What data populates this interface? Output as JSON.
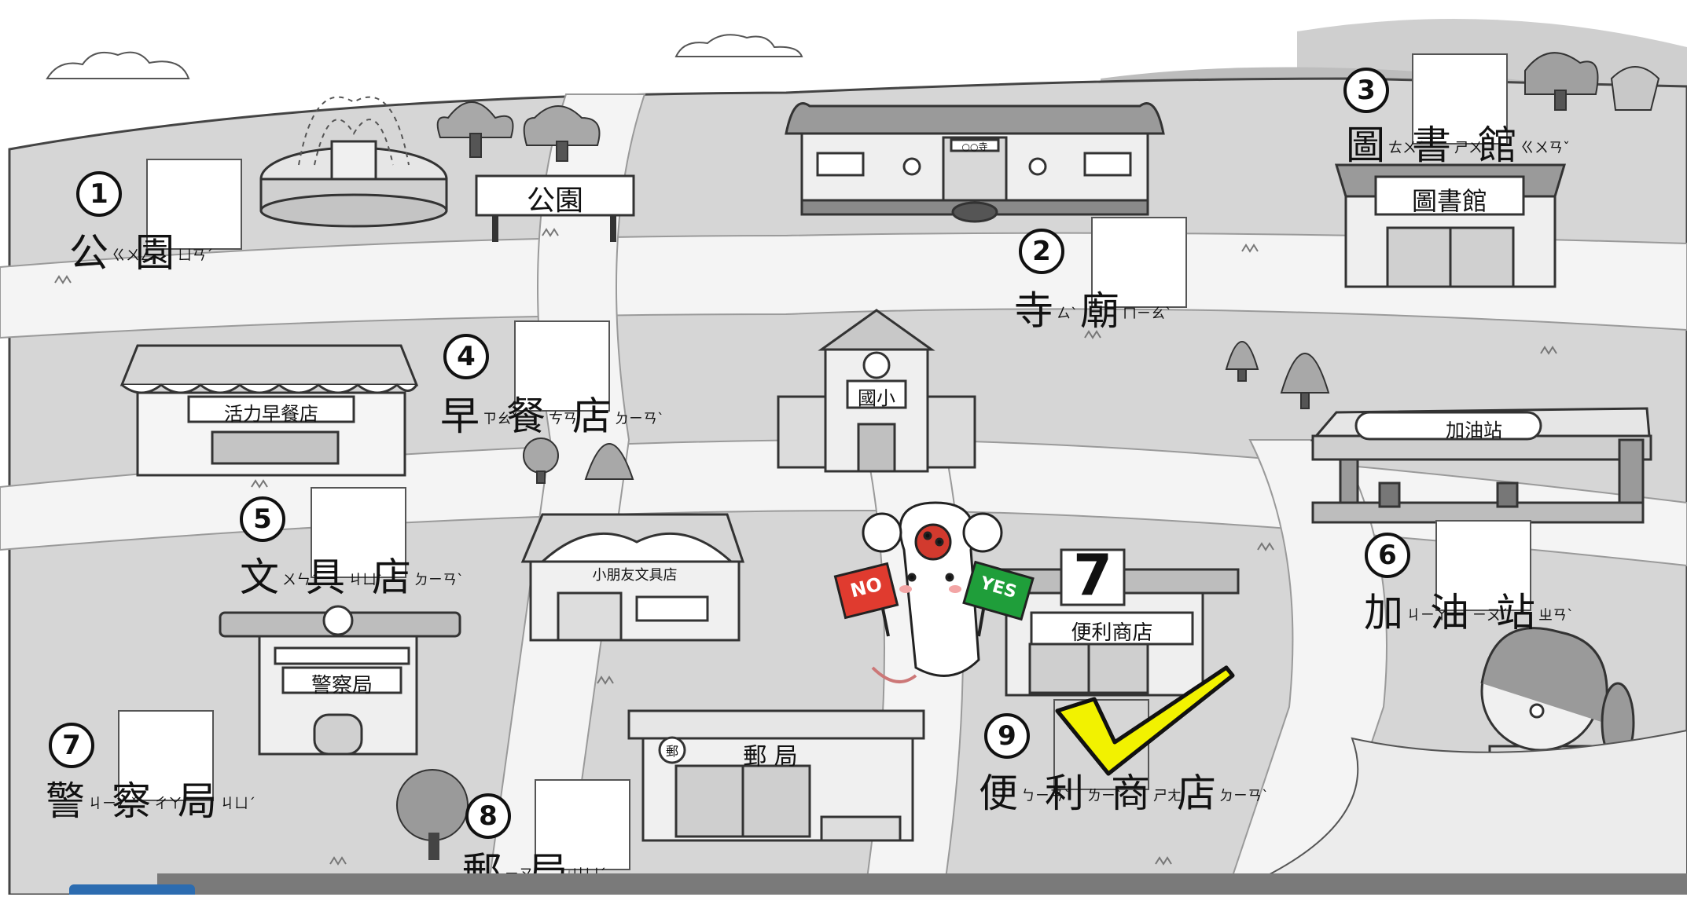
{
  "locations": [
    {
      "no": "1",
      "chars": [
        {
          "c": "公",
          "z": "ㄍㄨㄥ"
        },
        {
          "c": "園",
          "z": "ㄩㄢˊ"
        }
      ]
    },
    {
      "no": "2",
      "chars": [
        {
          "c": "寺",
          "z": "ㄙˋ"
        },
        {
          "c": "廟",
          "z": "ㄇㄧㄠˋ"
        }
      ]
    },
    {
      "no": "3",
      "chars": [
        {
          "c": "圖",
          "z": "ㄊㄨˊ"
        },
        {
          "c": "書",
          "z": "ㄕㄨ"
        },
        {
          "c": "館",
          "z": "ㄍㄨㄢˇ"
        }
      ]
    },
    {
      "no": "4",
      "chars": [
        {
          "c": "早",
          "z": "ㄗㄠˇ"
        },
        {
          "c": "餐",
          "z": "ㄘㄢ"
        },
        {
          "c": "店",
          "z": "ㄉㄧㄢˋ"
        }
      ]
    },
    {
      "no": "5",
      "chars": [
        {
          "c": "文",
          "z": "ㄨㄣˊ"
        },
        {
          "c": "具",
          "z": "ㄐㄩˋ"
        },
        {
          "c": "店",
          "z": "ㄉㄧㄢˋ"
        }
      ]
    },
    {
      "no": "6",
      "chars": [
        {
          "c": "加",
          "z": "ㄐㄧㄚ"
        },
        {
          "c": "油",
          "z": "ㄧㄡˊ"
        },
        {
          "c": "站",
          "z": "ㄓㄢˋ"
        }
      ]
    },
    {
      "no": "7",
      "chars": [
        {
          "c": "警",
          "z": "ㄐㄧㄥˇ"
        },
        {
          "c": "察",
          "z": "ㄔㄚˊ"
        },
        {
          "c": "局",
          "z": "ㄐㄩˊ"
        }
      ]
    },
    {
      "no": "8",
      "chars": [
        {
          "c": "郵",
          "z": "ㄧㄡˊ"
        },
        {
          "c": "局",
          "z": "ㄐㄩˊ"
        }
      ]
    },
    {
      "no": "9",
      "chars": [
        {
          "c": "便",
          "z": "ㄅㄧㄢˋ"
        },
        {
          "c": "利",
          "z": "ㄌㄧˋ"
        },
        {
          "c": "商",
          "z": "ㄕㄤ"
        },
        {
          "c": "店",
          "z": "ㄉㄧㄢˋ"
        }
      ]
    }
  ],
  "signs": {
    "park": "公園",
    "library": "圖書館",
    "temple_plaque": "○○寺",
    "breakfast": "活力早餐店",
    "school": "國小",
    "gas": "加油站",
    "stationery": "小朋友文具店",
    "convenience": "便利商店",
    "convenience_logo": "7",
    "police": "警察局",
    "post": "郵 局",
    "post_emblem": "郵"
  },
  "mascot": {
    "no_sign": "NO",
    "yes_sign": "YES"
  },
  "answer": {
    "checked_location": "9"
  },
  "colors": {
    "check_fill": "#f2f200",
    "no_sign": "#e03b2f",
    "yes_sign": "#1f9e3a",
    "bottom_tab": "#2c6cb0"
  }
}
